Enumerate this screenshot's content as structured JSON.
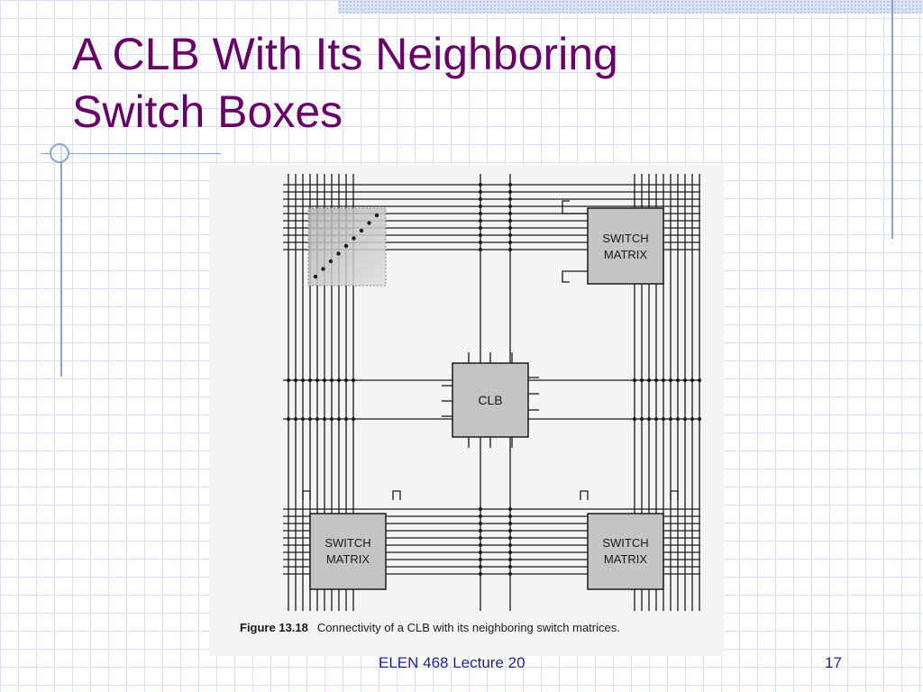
{
  "slide": {
    "title_line1": "A CLB With Its Neighboring",
    "title_line2": "Switch Boxes",
    "footer": "ELEN 468 Lecture 20",
    "page_number": "17"
  },
  "figure": {
    "caption_label": "Figure 13.18",
    "caption_text": "Connectivity of a CLB with its neighboring switch matrices.",
    "center_block": "CLB",
    "switch_label_line1": "SWITCH",
    "switch_label_line2": "MATRIX"
  },
  "colors": {
    "title": "#660066",
    "footer": "#1f1f8f",
    "grid": "#d6e0f0",
    "accent_lines": "#8aa3cf"
  }
}
